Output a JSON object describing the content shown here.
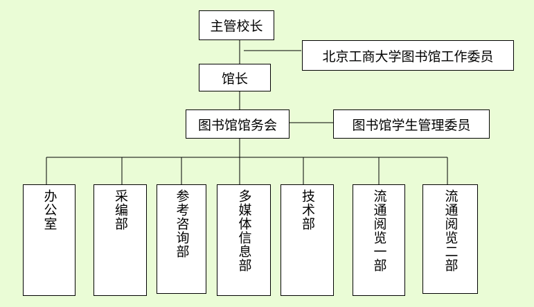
{
  "colors": {
    "background": "#eafcd6",
    "box_fill": "#ffffff",
    "line": "#000000"
  },
  "nodes": {
    "principal": "主管校长",
    "committee": "北京工商大学图书馆工作委员",
    "director": "馆长",
    "council": "图书馆馆务会",
    "student_committee": "图书馆学生管理委员"
  },
  "departments": [
    "办公室",
    "采编部",
    "参考咨询部",
    "多媒体信息部",
    "技术部",
    "流通阅览一部",
    "流通阅览二部"
  ]
}
